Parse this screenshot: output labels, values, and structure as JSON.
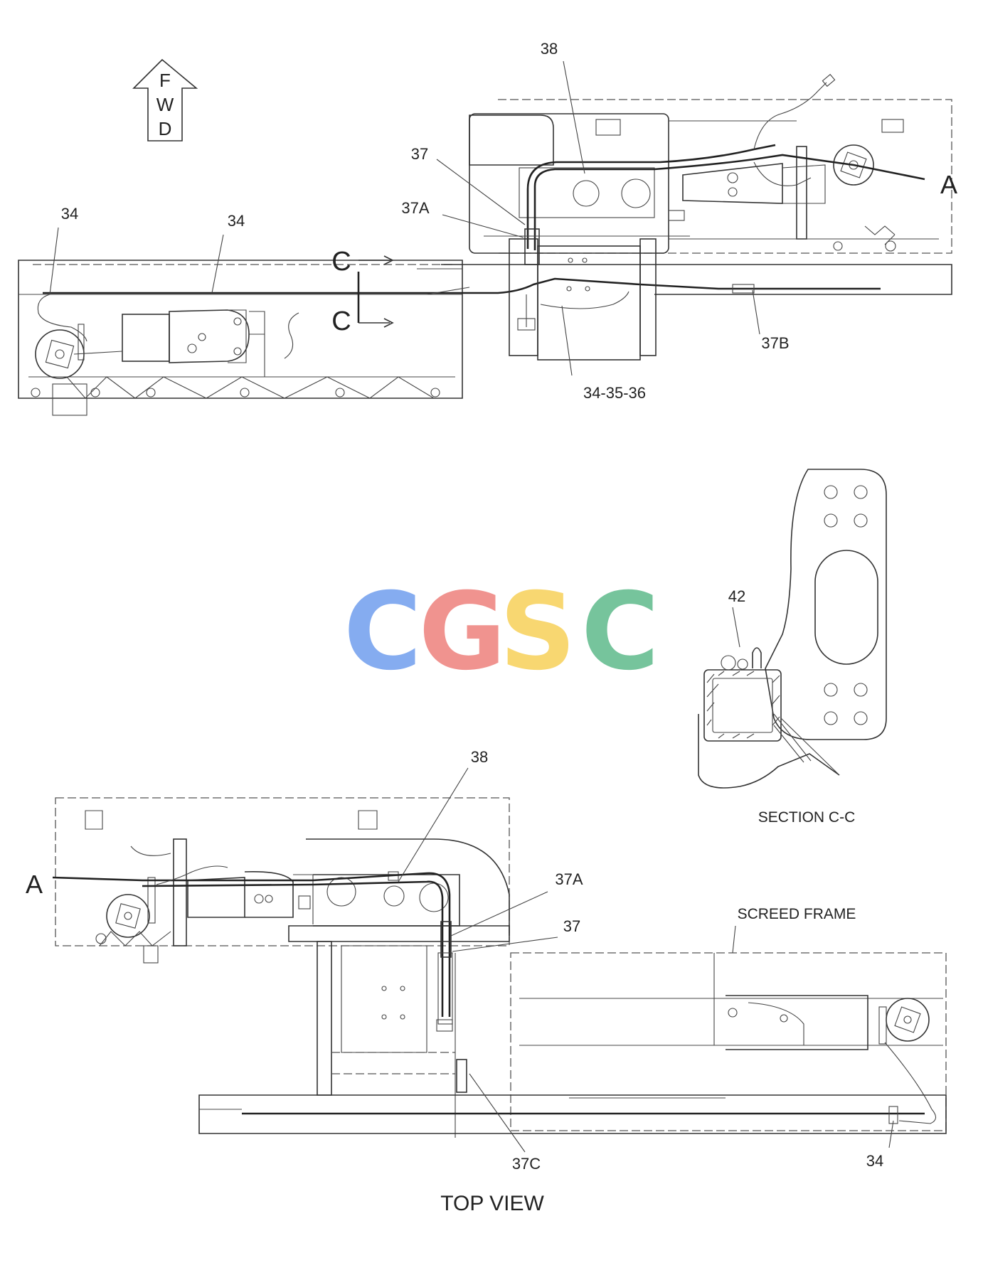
{
  "fwd_arrow": {
    "letters": [
      "F",
      "W",
      "D"
    ]
  },
  "watermark": {
    "letters": [
      "C",
      "G",
      "S",
      "C"
    ],
    "colors": [
      "#7fa8f0",
      "#f08e8a",
      "#f8d56a",
      "#6fc197"
    ]
  },
  "labels_top": {
    "l38": "38",
    "l37": "37",
    "l37a": "37A",
    "l34a": "34",
    "l34b": "34",
    "l37b": "37B",
    "l343536": "34-35-36",
    "lA": "A",
    "lC1": "C",
    "lC2": "C"
  },
  "labels_section": {
    "l42": "42",
    "caption": "SECTION C-C"
  },
  "labels_bottom": {
    "lA": "A",
    "l38": "38",
    "l37a": "37A",
    "l37": "37",
    "screed": "SCREED FRAME",
    "l37c": "37C",
    "l34": "34",
    "caption": "TOP VIEW"
  }
}
